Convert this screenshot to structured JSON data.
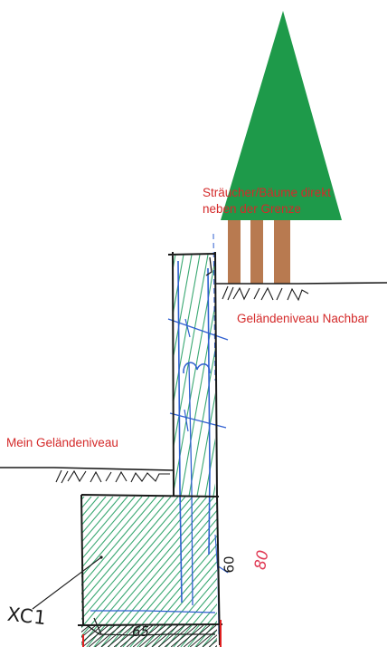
{
  "labels": {
    "plants_line1": "Sträucher/Bäume direkt",
    "plants_line2": "neben der Grenze",
    "neighbor_level": "Geländeniveau Nachbar",
    "my_level": "Mein Geländeniveau"
  },
  "handwritten": {
    "exposure_class": "XC1",
    "width": "65",
    "height_black": "60",
    "height_red": "80"
  },
  "colors": {
    "label_red": "#d42a2a",
    "tree_green": "#1e9a4a",
    "trunk_brown": "#b87a50",
    "hatch_green": "#3aa872",
    "rebar_blue": "#2f5fd0",
    "ink_black": "#1a1a1a"
  }
}
